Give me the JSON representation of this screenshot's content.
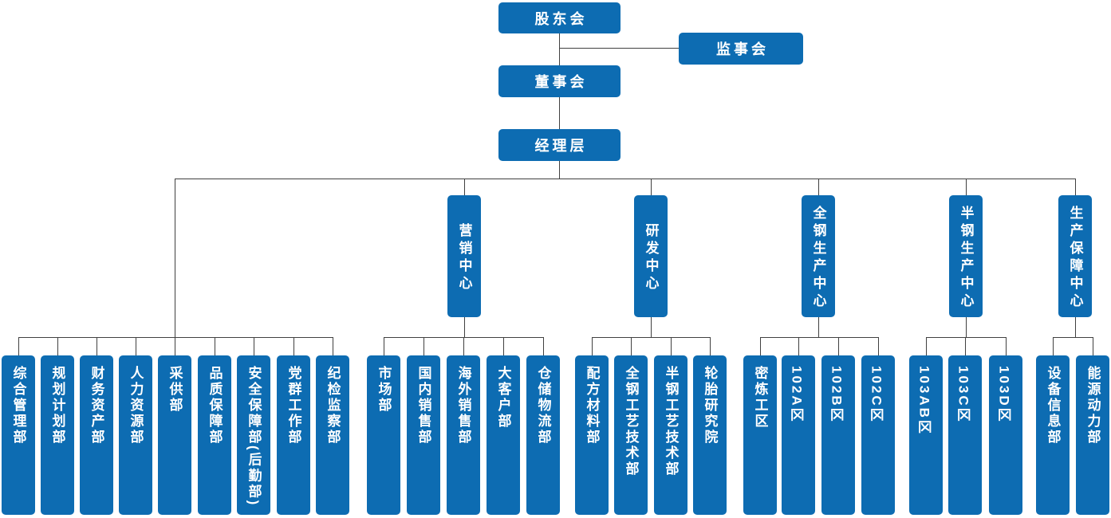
{
  "colors": {
    "node_fill": "#0d6cb2",
    "node_text": "#ffffff",
    "connector": "#404040",
    "background": "#ffffff"
  },
  "org": {
    "root": {
      "label": "股东会"
    },
    "supervisory": {
      "label": "监事会"
    },
    "board": {
      "label": "董事会"
    },
    "management": {
      "label": "经理层"
    },
    "branches": [
      {
        "id": "direct-departments",
        "label": null,
        "children": [
          "综合管理部",
          "规划计划部",
          "财务资产部",
          "人力资源部",
          "采供部",
          "品质保障部",
          "安全保障部(后勤部)",
          "党群工作部",
          "纪检监察部"
        ]
      },
      {
        "id": "marketing-center",
        "label": "营销中心",
        "children": [
          "市场部",
          "国内销售部",
          "海外销售部",
          "大客户部",
          "仓储物流部"
        ]
      },
      {
        "id": "rnd-center",
        "label": "研发中心",
        "children": [
          "配方材料部",
          "全钢工艺技术部",
          "半钢工艺技术部",
          "轮胎研究院"
        ]
      },
      {
        "id": "allsteel-production-center",
        "label": "全钢生产中心",
        "children": [
          "密炼工区",
          "102A区",
          "102B区",
          "102C区"
        ]
      },
      {
        "id": "semisteel-production-center",
        "label": "半钢生产中心",
        "children": [
          "103AB区",
          "103C区",
          "103D区"
        ]
      },
      {
        "id": "production-support-center",
        "label": "生产保障中心",
        "children": [
          "设备信息部",
          "能源动力部"
        ]
      }
    ]
  }
}
